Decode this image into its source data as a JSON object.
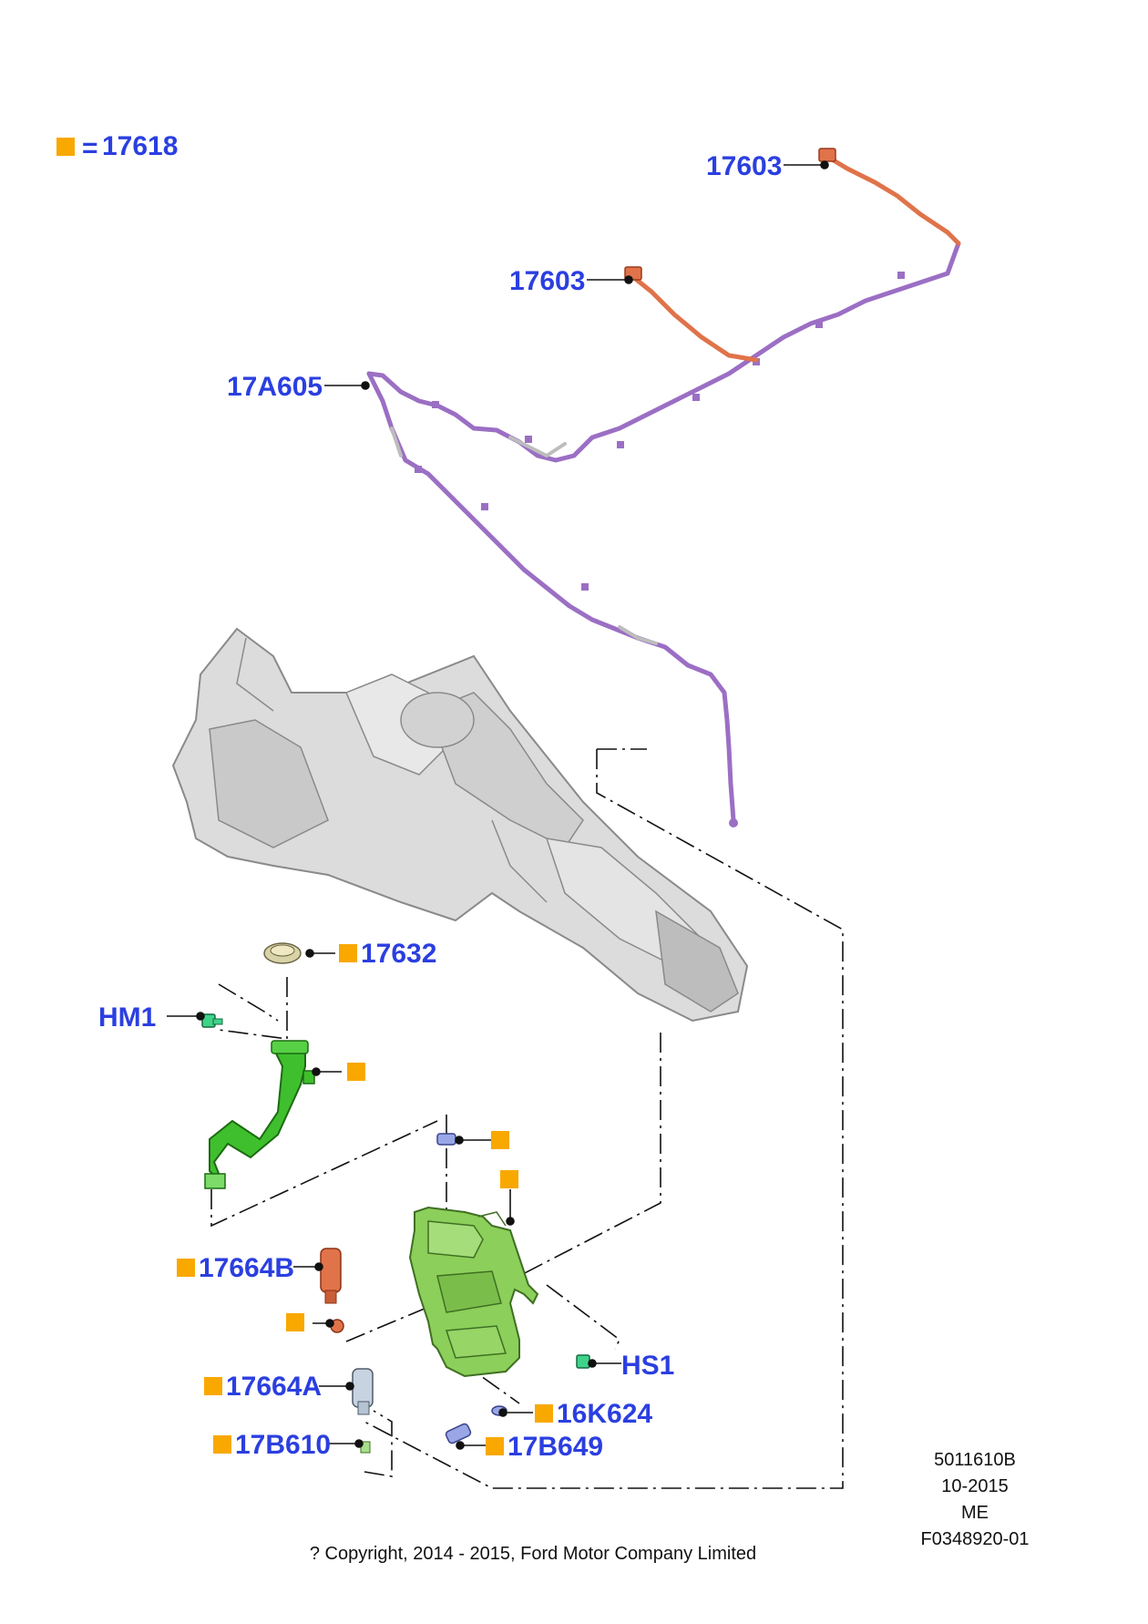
{
  "legend": {
    "equals": "=",
    "part": "17618"
  },
  "callouts": {
    "p17603_top": "17603",
    "p17603_mid": "17603",
    "p17A605": "17A605",
    "p17632": "17632",
    "pHM1": "HM1",
    "p17664B": "17664B",
    "pHS1": "HS1",
    "p17664A": "17664A",
    "p16K624": "16K624",
    "p17B610": "17B610",
    "p17B649": "17B649"
  },
  "meta": {
    "ref": "5011610B",
    "date": "10-2015",
    "region": "ME",
    "figure": "F0348920-01"
  },
  "copyright": "? Copyright, 2014 - 2015, Ford Motor Company Limited",
  "colors": {
    "label": "#2b3fe0",
    "marker": "#f9a800",
    "hose": "#9b6fc4",
    "hose_grey": "#a9a9a9",
    "nozzle": "#e0734a",
    "filler": "#3fbf2e",
    "reservoir": "#8ccf5a",
    "body_panel": "#d9d9d9"
  }
}
